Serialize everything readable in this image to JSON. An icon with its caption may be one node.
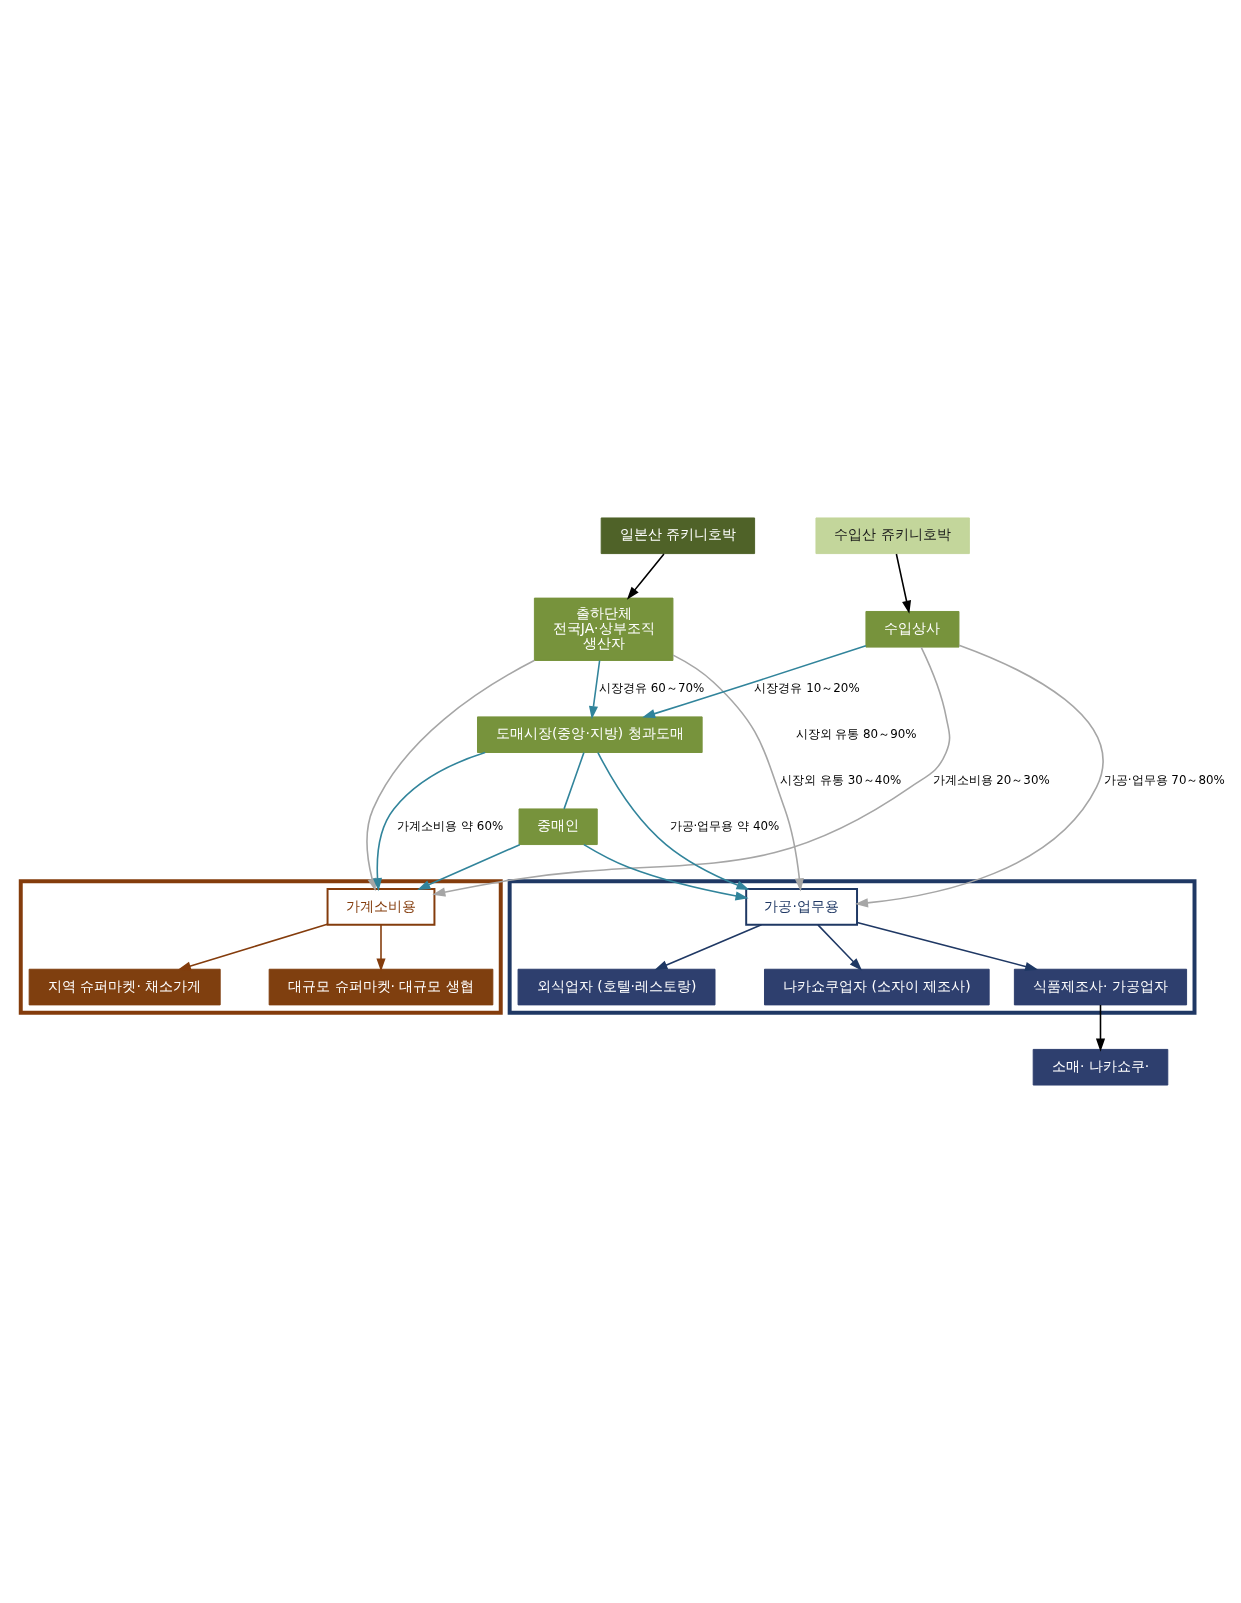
{
  "diagram": {
    "nodes": [
      {
        "text": [
          "일본산 쥬키니호박"
        ]
      },
      {
        "text": [
          "수입산 쥬키니호박"
        ]
      },
      {
        "text": [
          "출하단체",
          "전국JA·상부조직",
          "생산자"
        ]
      },
      {
        "text": [
          "수입상사"
        ]
      },
      {
        "text": [
          "도매시장(중앙·지방) 청과도매"
        ]
      },
      {
        "text": [
          "중매인"
        ]
      },
      {
        "text": [],
        "shape": "box"
      },
      {
        "text": [
          "가공·업무용"
        ],
        "in": 6
      },
      {
        "text": [
          "식품제조사· 가공업자"
        ],
        "in": 6
      },
      {
        "text": [
          "외식업자 (호텔·레스토랑)"
        ],
        "in": 6
      },
      {
        "text": [
          "나카쇼쿠업자 (소자이 제조사)"
        ],
        "in": 6
      },
      {
        "text": [],
        "shape": "box"
      },
      {
        "text": [
          "가계소비용"
        ],
        "in": 11
      },
      {
        "text": [
          "지역 슈퍼마켓· 채소가게"
        ],
        "in": 11
      },
      {
        "text": [
          "대규모 슈퍼마켓· 대규모 생협"
        ],
        "in": 11
      },
      {
        "text": [
          "소매· 나카쇼쿠·"
        ]
      }
    ],
    "edges": [
      {
        "from": 0,
        "to": 2,
        "arrow": "to",
        "color": "#000000"
      },
      {
        "from": 1,
        "to": 3,
        "arrow": "to",
        "color": "#000000"
      },
      {
        "from": 2,
        "to": 4,
        "arrow": "to",
        "label": "시장경유 60～70%"
      },
      {
        "from": 3,
        "to": 4,
        "arrow": "to",
        "label": "시장경유 10～20%"
      },
      {
        "from": 2,
        "to": 7,
        "arrow": "to",
        "label": "시장외 유통 30～40%",
        "color": "#a6a6a6"
      },
      {
        "from": 2,
        "to": 12,
        "arrow": "to",
        "color": "#a6a6a6"
      },
      {
        "from": 3,
        "to": 7,
        "arrow": "to",
        "label": "가공·업무용 70～80%",
        "color": "#a6a6a6"
      },
      {
        "from": 3,
        "to": 12,
        "arrow": "to",
        "label": "가계소비용 20～30%",
        "color": "#a6a6a6"
      },
      {
        "from": 4,
        "to": 5,
        "arrow": "none"
      },
      {
        "from": 4,
        "to": 7,
        "arrow": "to",
        "label": "가공·업무용 약 40%"
      },
      {
        "from": 4,
        "to": 12,
        "arrow": "to",
        "label": "가계소비용 약 60%"
      },
      {
        "from": 5,
        "to": 7,
        "arrow": "to"
      },
      {
        "from": 5,
        "to": 12,
        "arrow": "to"
      },
      {
        "from": 7,
        "to": 8,
        "arrow": "to",
        "color": "#1f3864"
      },
      {
        "from": 7,
        "to": 9,
        "arrow": "to",
        "color": "#1f3864"
      },
      {
        "from": 7,
        "to": 10,
        "arrow": "to",
        "color": "#1f3864"
      },
      {
        "from": 12,
        "to": 13,
        "arrow": "to",
        "color": "#843c0c"
      },
      {
        "from": 12,
        "to": 14,
        "arrow": "to",
        "color": "#843c0c"
      },
      {
        "from": 8,
        "to": 15,
        "arrow": "to",
        "color": "#000000"
      }
    ],
    "labels": [
      "시장외 유통 80～90%"
    ]
  }
}
